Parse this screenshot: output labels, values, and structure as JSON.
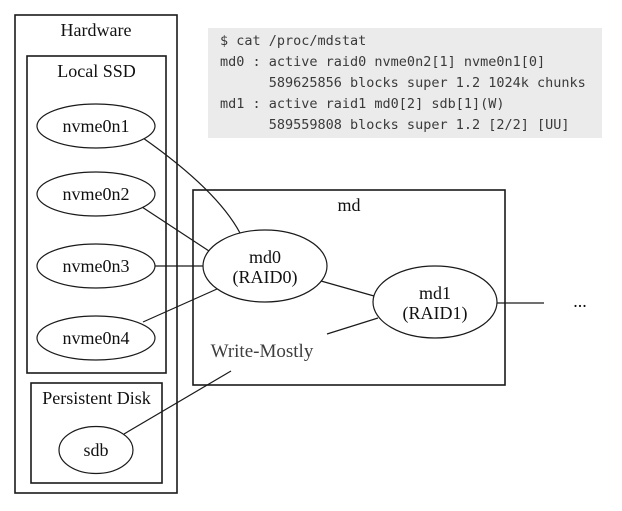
{
  "terminal": {
    "lines": [
      "$ cat /proc/mdstat",
      "md0 : active raid0 nvme0n2[1] nvme0n1[0]",
      "      589625856 blocks super 1.2 1024k chunks",
      "md1 : active raid1 md0[2] sdb[1](W)",
      "      589559808 blocks super 1.2 [2/2] [UU]"
    ]
  },
  "diagram": {
    "clusters": {
      "hardware": "Hardware",
      "local_ssd": "Local SSD",
      "persistent_disk": "Persistent Disk",
      "md": "md"
    },
    "nodes": {
      "nvme0n1": "nvme0n1",
      "nvme0n2": "nvme0n2",
      "nvme0n3": "nvme0n3",
      "nvme0n4": "nvme0n4",
      "sdb": "sdb",
      "md0_line1": "md0",
      "md0_line2": "(RAID0)",
      "md1_line1": "md1",
      "md1_line2": "(RAID1)",
      "ellipsis": "..."
    },
    "edge_label": "Write-Mostly"
  },
  "colors": {
    "background": "#ffffff",
    "terminal_bg": "#ebebeb",
    "terminal_text": "#3a3a3a",
    "diagram_line": "#1a1a1a",
    "edge_label_text": "#3e3e3e"
  }
}
